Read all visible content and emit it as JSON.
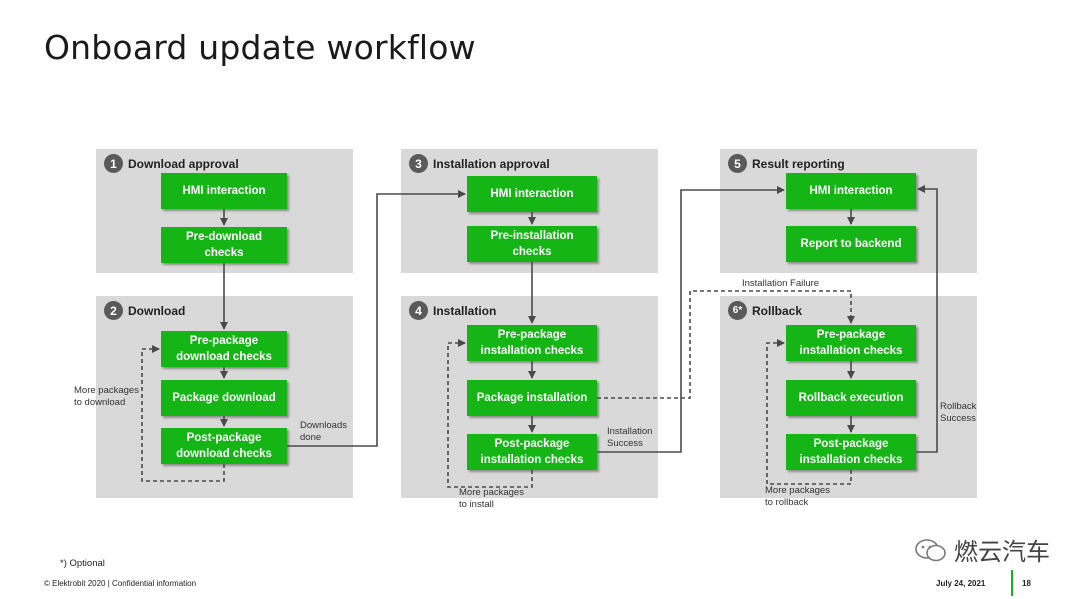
{
  "title": "Onboard update workflow",
  "sections": [
    {
      "num": "1",
      "label": "Download approval",
      "boxes": [
        "HMI interaction",
        "Pre-download checks"
      ]
    },
    {
      "num": "2",
      "label": "Download",
      "boxes": [
        "Pre-package download checks",
        "Package download",
        "Post-package download checks"
      ]
    },
    {
      "num": "3",
      "label": "Installation approval",
      "boxes": [
        "HMI interaction",
        "Pre-installation checks"
      ]
    },
    {
      "num": "4",
      "label": "Installation",
      "boxes": [
        "Pre-package installation checks",
        "Package installation",
        "Post-package installation checks"
      ]
    },
    {
      "num": "5",
      "label": "Result reporting",
      "boxes": [
        "HMI interaction",
        "Report to backend"
      ]
    },
    {
      "num": "6*",
      "label": "Rollback",
      "boxes": [
        "Pre-package installation checks",
        "Rollback execution",
        "Post-package installation checks"
      ]
    }
  ],
  "annotations": {
    "more_download": "More packages to download",
    "downloads_done": "Downloads done",
    "more_install": "More packages to install",
    "install_success": "Installation Success",
    "install_failure": "Installation Failure",
    "rollback_success": "Rollback Success",
    "more_rollback": "More packages to rollback"
  },
  "footer": {
    "optional": "*) Optional",
    "copyright": "© Elektrobit 2020 | Confidential information",
    "date": "July 24, 2021",
    "page": "18",
    "watermark": "燃云汽车"
  }
}
